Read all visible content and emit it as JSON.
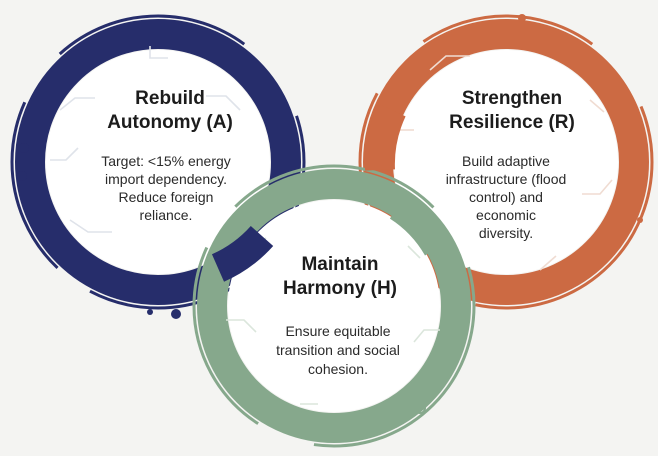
{
  "colors": {
    "background": "#f4f4f2",
    "autonomy_ring": "#262d6b",
    "resilience_ring": "#cc6a43",
    "harmony_ring": "#86a88c",
    "circuit_light": "#e8ecef"
  },
  "rings": {
    "autonomy": {
      "title_line1": "Rebuild",
      "title_line2": "Autonomy (A)",
      "body_line1": "Target: <15% energy",
      "body_line2": "import dependency.",
      "body_line3": "Reduce foreign",
      "body_line4": "reliance."
    },
    "resilience": {
      "title_line1": "Strengthen",
      "title_line2": "Resilience (R)",
      "body_line1": "Build adaptive",
      "body_line2": "infrastructure (flood",
      "body_line3": "control) and",
      "body_line4": "economic",
      "body_line5": "diversity."
    },
    "harmony": {
      "title_line1": "Maintain",
      "title_line2": "Harmony (H)",
      "body_line1": "Ensure equitable",
      "body_line2": "transition and social",
      "body_line3": "cohesion."
    }
  }
}
